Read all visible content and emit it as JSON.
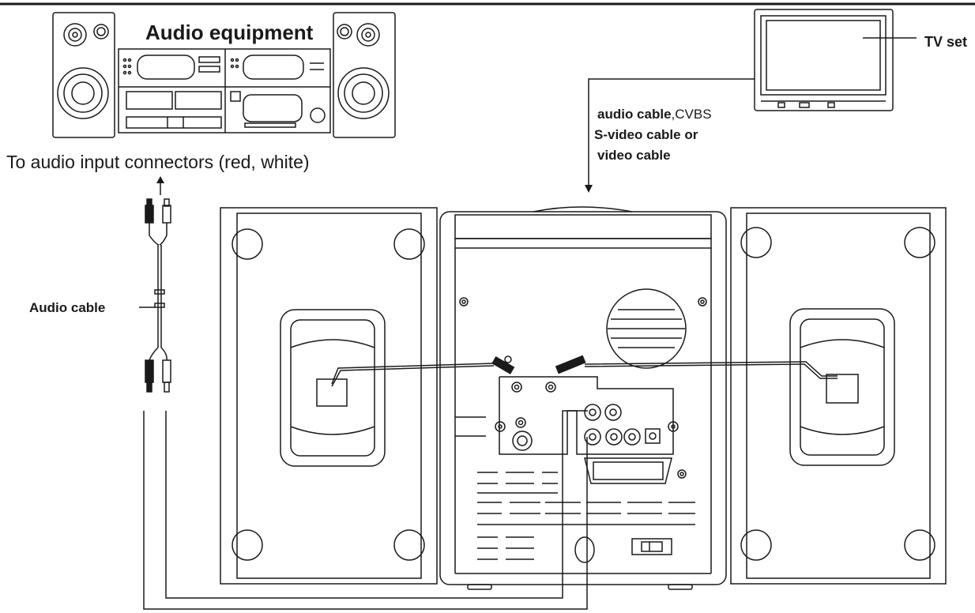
{
  "labels": {
    "audio_equipment": "Audio equipment",
    "tv_set": "TV set",
    "audio_input": "To audio input connectors (red, white)",
    "cable_line1_bold": "audio cable",
    "cable_line1_rest": ",CVBS",
    "cable_line2": "S-video cable or",
    "cable_line3": "video cable",
    "audio_cable": "Audio cable"
  },
  "colors": {
    "line": "#1a1a1a",
    "background": "#ffffff"
  }
}
